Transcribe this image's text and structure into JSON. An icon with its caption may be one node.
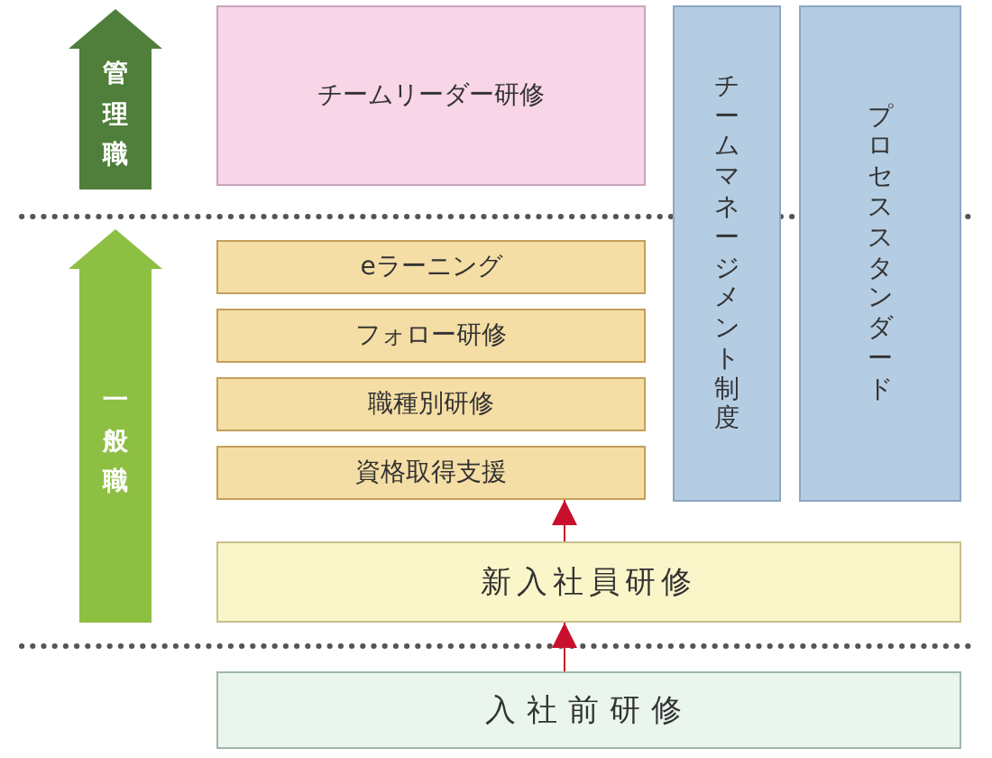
{
  "diagram": {
    "nodes": [
      {
        "text": [
          "管理職"
        ]
      },
      {
        "text": [
          "一般職"
        ]
      },
      {
        "text": [
          "チームリーダー研修"
        ]
      },
      {
        "text": [
          "eラーニング"
        ]
      },
      {
        "text": [
          "フォロー研修"
        ]
      },
      {
        "text": [
          "職種別研修"
        ]
      },
      {
        "text": [
          "資格取得支援"
        ]
      },
      {
        "text": [
          "チームマネージメント制度"
        ]
      },
      {
        "text": [
          "プロセススタンダード"
        ]
      },
      {
        "text": [
          "新入社員研修"
        ]
      },
      {
        "text": [
          "入社前研修"
        ]
      }
    ],
    "edges": [
      {
        "from": 10,
        "to": 9,
        "arrow": "to"
      },
      {
        "from": 9,
        "to": 6,
        "arrow": "to"
      }
    ]
  }
}
